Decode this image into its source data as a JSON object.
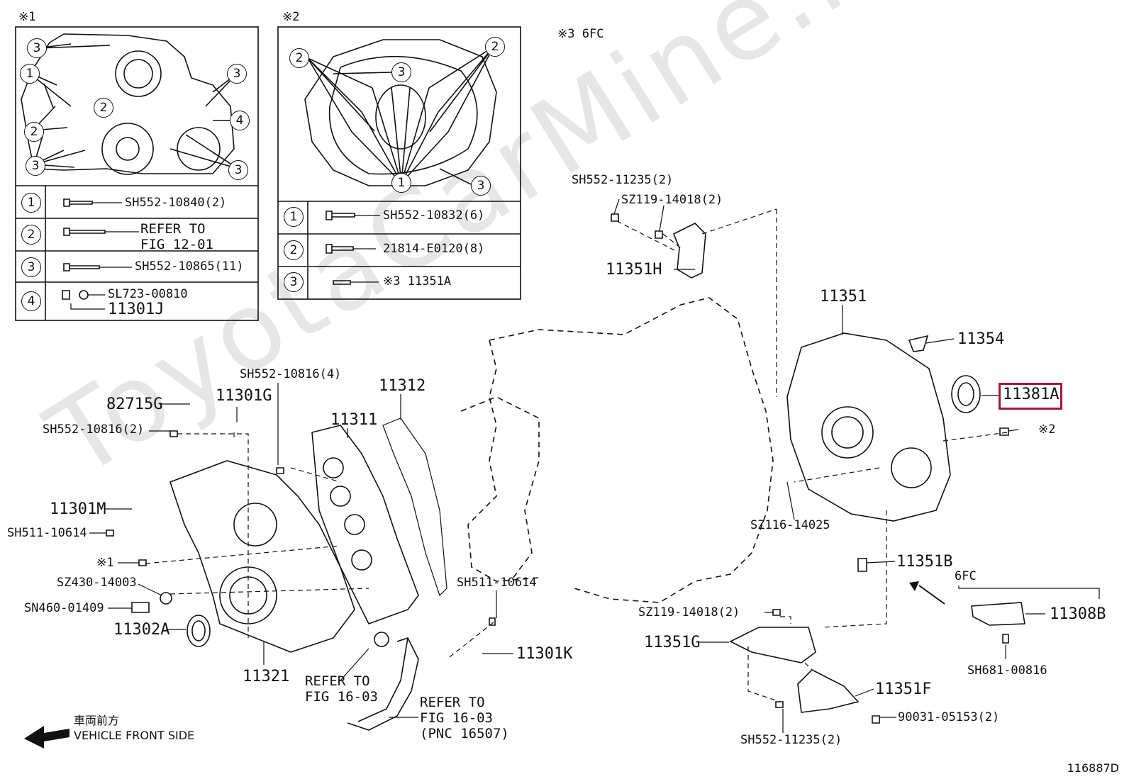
{
  "watermark": "ToyotaCarMine.ru",
  "figure_code": "116887D",
  "vehicle_front": {
    "jp": "車両前方",
    "en": "VEHICLE FRONT SIDE"
  },
  "panel1": {
    "mark": "※1",
    "rows": [
      {
        "num": "1",
        "text": "SH552-10840(2)"
      },
      {
        "num": "2",
        "text": "REFER TO\nFIG 12-01"
      },
      {
        "num": "3",
        "text": "SH552-10865(11)"
      },
      {
        "num": "4",
        "text": "SL723-00810",
        "text2": "11301J"
      }
    ]
  },
  "panel2": {
    "mark": "※2",
    "rows": [
      {
        "num": "1",
        "text": "SH552-10832(6)"
      },
      {
        "num": "2",
        "text": "21814-E0120(8)"
      },
      {
        "num": "3",
        "text": "※3 11351A"
      }
    ]
  },
  "note3": "※3 6FC",
  "labels": {
    "p11351": "11351",
    "p11354": "11354",
    "p11381A": "11381A",
    "mark2": "※2",
    "p11351H": "11351H",
    "sh552_11235_top": "SH552-11235(2)",
    "sz119_14018_top": "SZ119-14018(2)",
    "sz116_14025": "SZ116-14025",
    "p11351B": "11351B",
    "fc6": "6FC",
    "p11308B": "11308B",
    "sh681_00816": "SH681-00816",
    "sz119_14018_bot": "SZ119-14018(2)",
    "p11351G": "11351G",
    "p11351F": "11351F",
    "p90031": "90031-05153(2)",
    "sh552_11235_bot": "SH552-11235(2)",
    "p11301K": "11301K",
    "sh511_10614_r": "SH511-10614",
    "refer_fig16_pnc": "REFER TO\nFIG 16-03\n(PNC 16507)",
    "refer_fig16": "REFER TO\nFIG 16-03",
    "p11321": "11321",
    "p11302A": "11302A",
    "sn460": "SN460-01409",
    "sz430": "SZ430-14003",
    "mark1": "※1",
    "sh511_10614_l": "SH511-10614",
    "p11301M": "11301M",
    "sh552_10816_2": "SH552-10816(2)",
    "p82715G": "82715G",
    "p11301G": "11301G",
    "sh552_10816_4": "SH552-10816(4)",
    "p11311": "11311",
    "p11312": "11312"
  }
}
